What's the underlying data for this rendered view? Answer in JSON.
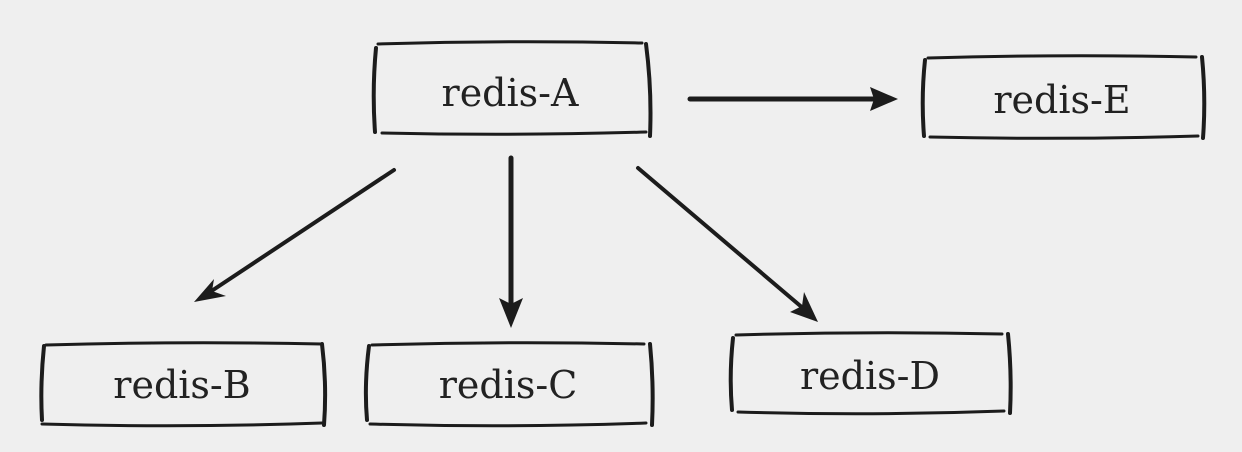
{
  "diagram": {
    "nodes": [
      {
        "id": "A",
        "label": "redis-A"
      },
      {
        "id": "B",
        "label": "redis-B"
      },
      {
        "id": "C",
        "label": "redis-C"
      },
      {
        "id": "D",
        "label": "redis-D"
      },
      {
        "id": "E",
        "label": "redis-E"
      }
    ],
    "edges": [
      {
        "from": "A",
        "to": "E"
      },
      {
        "from": "A",
        "to": "B"
      },
      {
        "from": "A",
        "to": "C"
      },
      {
        "from": "A",
        "to": "D"
      }
    ],
    "colors": {
      "ink": "#1c1c1c",
      "background": "#efefef"
    }
  }
}
